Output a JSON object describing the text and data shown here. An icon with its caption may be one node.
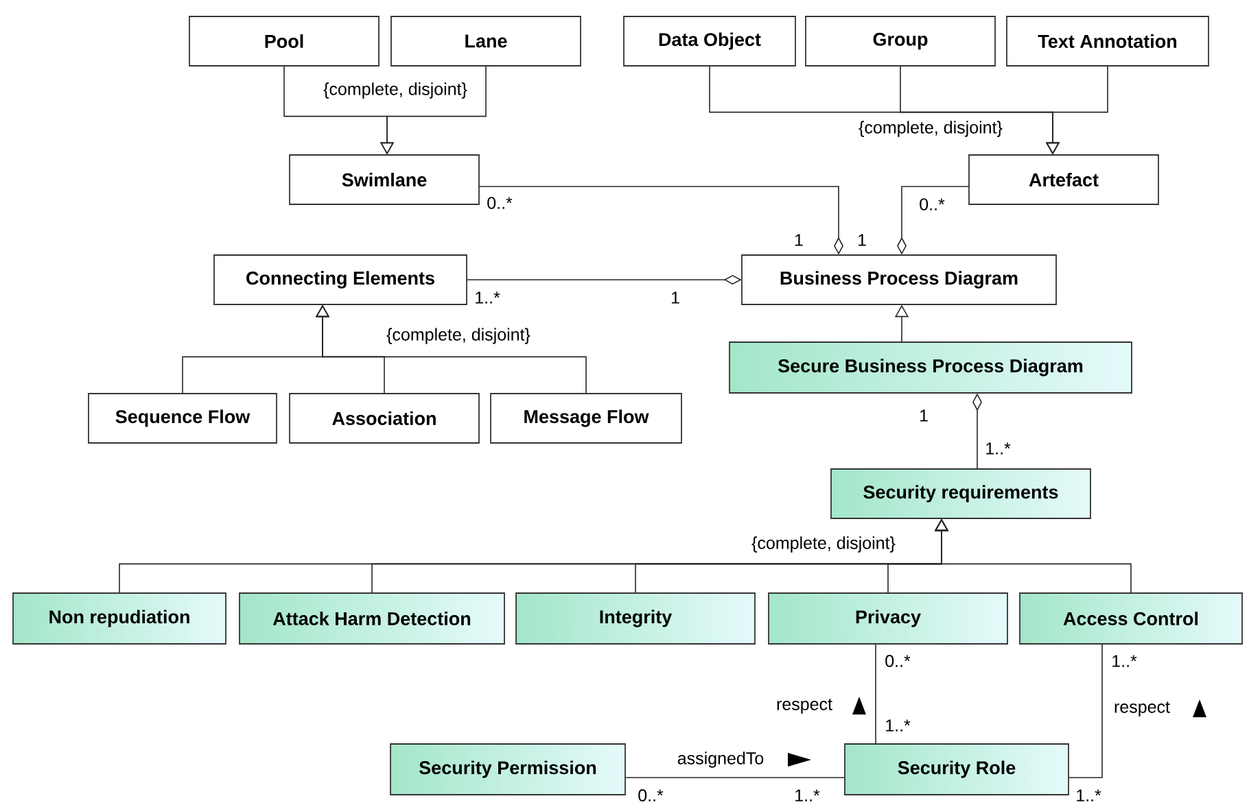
{
  "diagram": {
    "nodes": [
      {
        "text": [
          "Pool"
        ]
      },
      {
        "text": [
          "Lane"
        ]
      },
      {
        "text": [
          "Data Object"
        ]
      },
      {
        "text": [
          "Group"
        ]
      },
      {
        "text": [
          "Text Annotation"
        ]
      },
      {
        "text": [
          "Swimlane"
        ]
      },
      {
        "text": [
          "Artefact"
        ]
      },
      {
        "text": [
          "Connecting Elements"
        ]
      },
      {
        "text": [
          "Business Process Diagram"
        ]
      },
      {
        "text": [
          "Sequence Flow"
        ]
      },
      {
        "text": [
          "Association"
        ]
      },
      {
        "text": [
          "Message Flow"
        ]
      },
      {
        "text": [
          "Secure Business Process Diagram"
        ]
      },
      {
        "text": [
          "Security requirements"
        ]
      },
      {
        "text": [
          "Non repudiation"
        ]
      },
      {
        "text": [
          "Attack Harm Detection"
        ]
      },
      {
        "text": [
          "Integrity"
        ]
      },
      {
        "text": [
          "Privacy"
        ]
      },
      {
        "text": [
          "Access Control"
        ]
      },
      {
        "text": [
          "Security Permission"
        ]
      },
      {
        "text": [
          "Security Role"
        ]
      }
    ],
    "edges": [
      {
        "from": 0,
        "to": 5,
        "arrow": "to"
      },
      {
        "from": 1,
        "to": 5,
        "arrow": "to"
      },
      {
        "from": 2,
        "to": 6,
        "arrow": "to"
      },
      {
        "from": 3,
        "to": 6,
        "arrow": "to"
      },
      {
        "from": 4,
        "to": 6,
        "arrow": "to"
      },
      {
        "from": 5,
        "to": 8,
        "arrow": "other"
      },
      {
        "from": 6,
        "to": 8,
        "arrow": "other"
      },
      {
        "from": 7,
        "to": 8,
        "arrow": "other"
      },
      {
        "from": 9,
        "to": 7,
        "arrow": "to"
      },
      {
        "from": 10,
        "to": 7,
        "arrow": "to"
      },
      {
        "from": 11,
        "to": 7,
        "arrow": "to"
      },
      {
        "from": 12,
        "to": 8,
        "arrow": "to"
      },
      {
        "from": 13,
        "to": 12,
        "arrow": "other"
      },
      {
        "from": 14,
        "to": 13,
        "arrow": "to"
      },
      {
        "from": 15,
        "to": 13,
        "arrow": "to"
      },
      {
        "from": 16,
        "to": 13,
        "arrow": "to"
      },
      {
        "from": 17,
        "to": 13,
        "arrow": "to"
      },
      {
        "from": 18,
        "to": 13,
        "arrow": "to"
      },
      {
        "from": 17,
        "to": 20,
        "arrow": "none",
        "label": "respect"
      },
      {
        "from": 18,
        "to": 20,
        "arrow": "none",
        "label": "respect"
      },
      {
        "from": 19,
        "to": 20,
        "arrow": "none",
        "label": "assignedTo"
      }
    ],
    "labels": [
      "{complete, disjoint}",
      "{complete, disjoint}",
      "0..*",
      "0..*",
      "1",
      "1",
      "1..*",
      "1",
      "{complete, disjoint}",
      "1",
      "1..*",
      "{complete, disjoint}",
      "0..*",
      "1..*",
      "1..*",
      "0..*",
      "1..*",
      "1..*"
    ]
  }
}
